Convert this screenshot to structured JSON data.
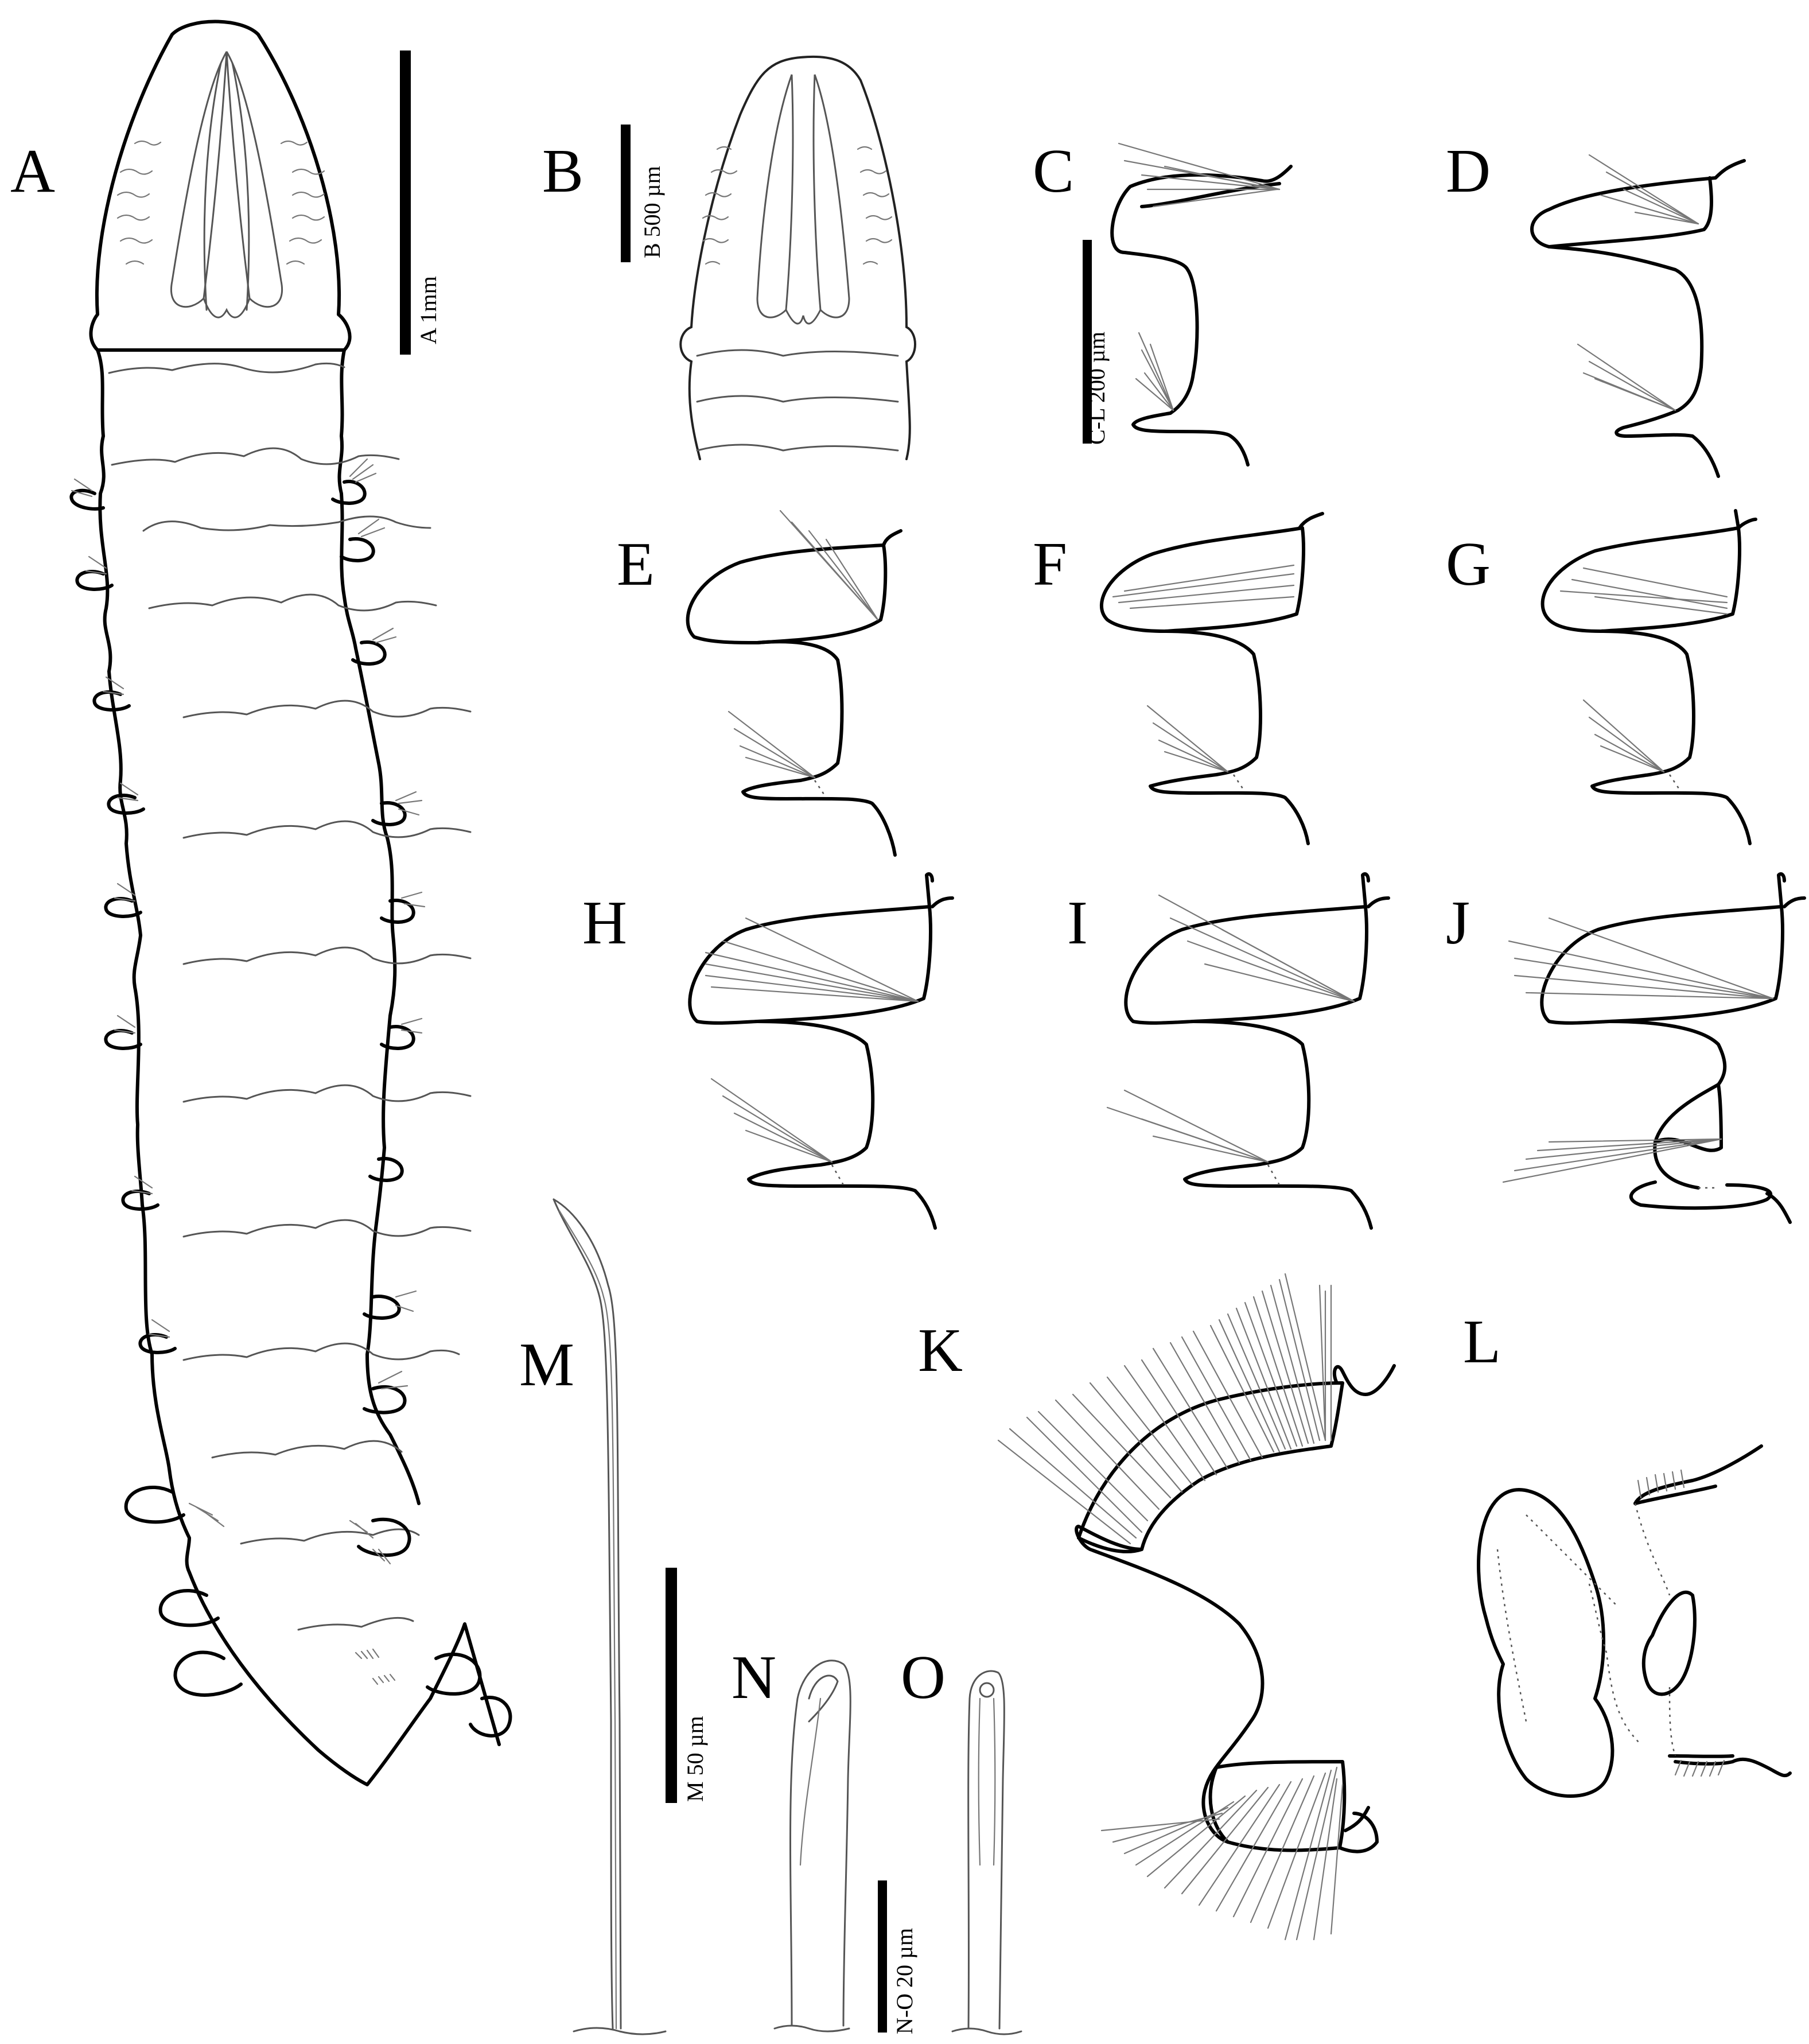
{
  "panels": {
    "A": "A",
    "B": "B",
    "C": "C",
    "D": "D",
    "E": "E",
    "F": "F",
    "G": "G",
    "H": "H",
    "I": "I",
    "J": "J",
    "K": "K",
    "L": "L",
    "M": "M",
    "N": "N",
    "O": "O"
  },
  "scale_bars": {
    "A": "A 1mm",
    "B": "B 500 µm",
    "CL": "C-L 200 µm",
    "M": "M 50 µm",
    "NO": "N-O 20 µm"
  },
  "colors": {
    "ink": "#000000",
    "fine_line": "#666666",
    "background": "#ffffff"
  }
}
